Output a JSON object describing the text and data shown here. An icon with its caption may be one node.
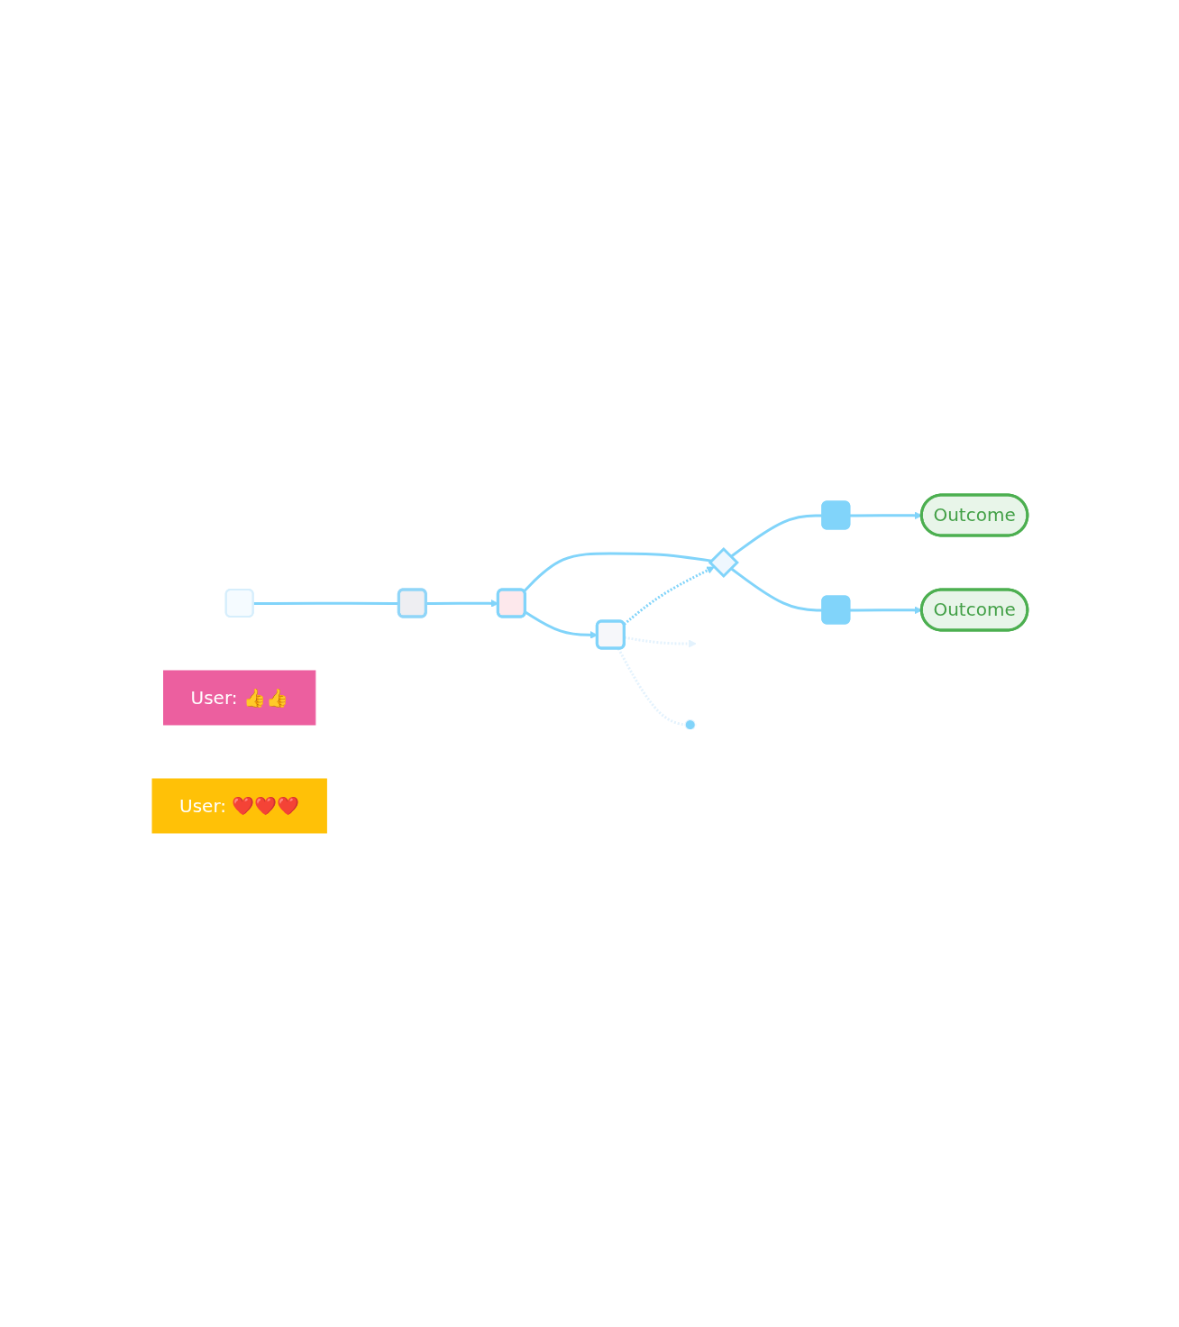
{
  "diagram": {
    "nodes": [
      {
        "text": [],
        "shape": "box"
      },
      {
        "text": [],
        "shape": "box"
      },
      {
        "text": [],
        "shape": "box"
      },
      {
        "text": [],
        "shape": "diamond"
      },
      {
        "text": [],
        "shape": "box"
      },
      {
        "text": [],
        "shape": "box"
      },
      {
        "text": [],
        "shape": "box"
      },
      {
        "text": [
          "Outcome"
        ]
      },
      {
        "text": [
          "Outcome"
        ]
      },
      {
        "text": [
          "User: 👍👍"
        ]
      },
      {
        "text": [
          "User: ❤️❤️❤️"
        ]
      }
    ],
    "edges": [
      {
        "from": 0,
        "to": 1,
        "arrow": "none"
      },
      {
        "from": 1,
        "to": 2,
        "arrow": "to"
      },
      {
        "from": 2,
        "to": 3,
        "arrow": "none"
      },
      {
        "from": 2,
        "to": 4,
        "arrow": "to"
      },
      {
        "from": 4,
        "to": 3,
        "arrow": "to",
        "style": "dashed"
      },
      {
        "from": 3,
        "to": 5,
        "arrow": "none"
      },
      {
        "from": 3,
        "to": 6,
        "arrow": "none"
      },
      {
        "from": 5,
        "to": 7,
        "arrow": "to"
      },
      {
        "from": 6,
        "to": 8,
        "arrow": "to"
      },
      {
        "from": 4,
        "to": null,
        "arrow": "to",
        "style": "dashed",
        "color": "#e3f2fd"
      },
      {
        "from": 4,
        "to": null,
        "arrow": "other",
        "style": "dashed",
        "color": "#e3f2fd"
      }
    ]
  }
}
